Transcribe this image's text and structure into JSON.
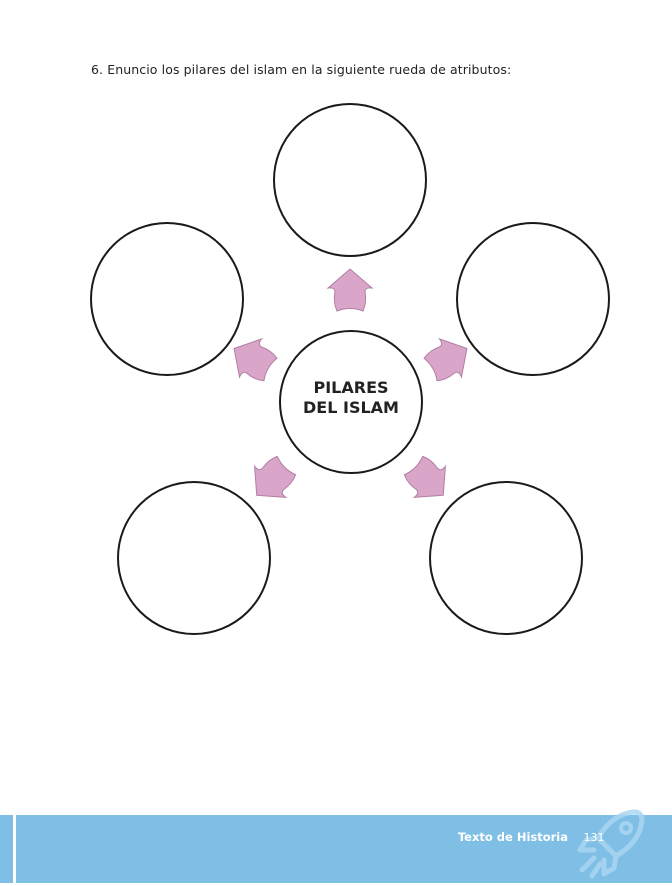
{
  "instruction": "6. Enuncio los pilares del islam en la siguiente rueda de atributos:",
  "center_label": {
    "line1": "PILARES",
    "line2": "DEL ISLAM"
  },
  "outer_circles": [
    {
      "label": ""
    },
    {
      "label": ""
    },
    {
      "label": ""
    },
    {
      "label": ""
    },
    {
      "label": ""
    }
  ],
  "colors": {
    "arrow_fill": "#d9a6c9",
    "arrow_stroke": "#b27ea3",
    "circle_stroke": "#1a1a1a",
    "footer_band": "#7fbfe6"
  },
  "footer": {
    "title": "Texto de Historia",
    "page_number": "131",
    "icon": "rocket-icon"
  }
}
